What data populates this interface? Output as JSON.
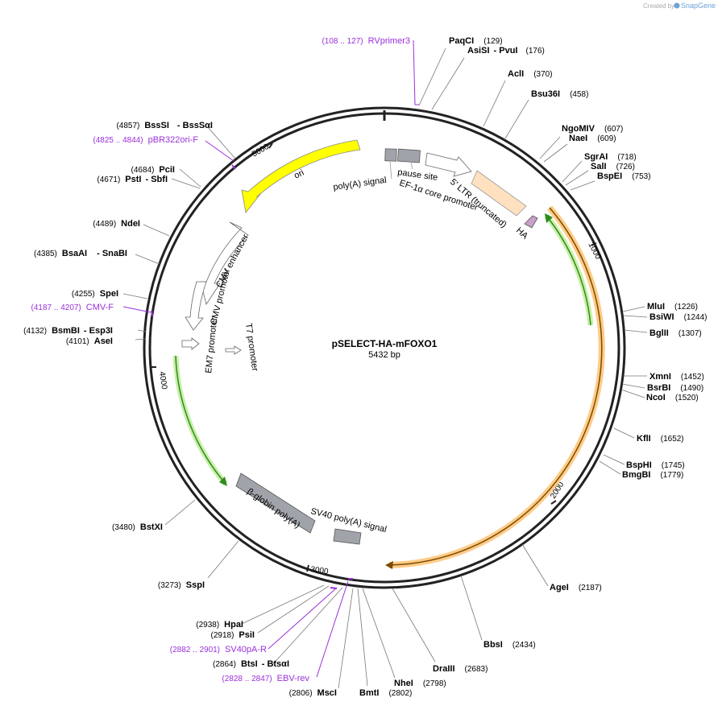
{
  "credit": {
    "prefix": "Created by",
    "brand": "SnapGene"
  },
  "plasmid": {
    "name": "pSELECT-HA-mFOXO1",
    "size": "5432 bp",
    "length": 5432
  },
  "ticks": [
    "1000",
    "2000",
    "3000",
    "4000",
    "5000"
  ],
  "enzymes": [
    {
      "name": "PaqCI",
      "pos": "(129)"
    },
    {
      "name": "AsiSI",
      "name2": "PvuI",
      "pos": "(176)"
    },
    {
      "name": "AclI",
      "pos": "(370)"
    },
    {
      "name": "Bsu36I",
      "pos": "(458)"
    },
    {
      "name": "NgoMIV",
      "pos": "(607)"
    },
    {
      "name": "NaeI",
      "pos": "(609)"
    },
    {
      "name": "SgrAI",
      "pos": "(718)"
    },
    {
      "name": "SalI",
      "pos": "(726)"
    },
    {
      "name": "BspEI",
      "pos": "(753)"
    },
    {
      "name": "MluI",
      "pos": "(1226)"
    },
    {
      "name": "BsiWI",
      "pos": "(1244)"
    },
    {
      "name": "BglII",
      "pos": "(1307)"
    },
    {
      "name": "XmnI",
      "pos": "(1452)"
    },
    {
      "name": "BsrBI",
      "pos": "(1490)"
    },
    {
      "name": "NcoI",
      "pos": "(1520)"
    },
    {
      "name": "KflI",
      "pos": "(1652)"
    },
    {
      "name": "BspHI",
      "pos": "(1745)"
    },
    {
      "name": "BmgBI",
      "pos": "(1779)"
    },
    {
      "name": "AgeI",
      "pos": "(2187)"
    },
    {
      "name": "BbsI",
      "pos": "(2434)"
    },
    {
      "name": "DraIII",
      "pos": "(2683)"
    },
    {
      "name": "NheI",
      "pos": "(2798)"
    },
    {
      "name": "BmtI",
      "pos": "(2802)"
    },
    {
      "name": "MscI",
      "pos": "(2806)"
    },
    {
      "name": "BtsI",
      "name2": "BtsαI",
      "pos": "(2864)"
    },
    {
      "name": "PsiI",
      "pos": "(2918)"
    },
    {
      "name": "HpaI",
      "pos": "(2938)"
    },
    {
      "name": "SspI",
      "pos": "(3273)"
    },
    {
      "name": "BstXI",
      "pos": "(3480)"
    },
    {
      "name": "AseI",
      "pos": "(4101)"
    },
    {
      "name": "BsmBI",
      "name2": "Esp3I",
      "pos": "(4132)"
    },
    {
      "name": "SpeI",
      "pos": "(4255)"
    },
    {
      "name": "BsaAI",
      "name2": "SnaBI",
      "pos": "(4385)"
    },
    {
      "name": "NdeI",
      "pos": "(4489)"
    },
    {
      "name": "PstI",
      "name2": "SbfI",
      "pos": "(4671)"
    },
    {
      "name": "PciI",
      "pos": "(4684)"
    },
    {
      "name": "BssSI",
      "name2": "BssSαI",
      "pos": "(4857)"
    }
  ],
  "primers": [
    {
      "range": "(108 .. 127)",
      "name": "RVprimer3"
    },
    {
      "range": "(4825 .. 4844)",
      "name": "pBR322ori-F"
    },
    {
      "range": "(4187 .. 4207)",
      "name": "CMV-F"
    },
    {
      "range": "(2882 .. 2901)",
      "name": "SV40pA-R"
    },
    {
      "range": "(2828 .. 2847)",
      "name": "EBV-rev"
    }
  ],
  "features": {
    "ori": "ori",
    "polya_signal": "poly(A) signal",
    "pause_site": "pause site",
    "ef1a": "EF-1α core promoter",
    "ltr": "5' LTR (truncated)",
    "ha": "HA",
    "cmv_enhancer": "CMV enhancer",
    "cmv_promoter": "CMV promoter",
    "em7_promoter": "EM7 promoter",
    "t7_promoter": "T7 promoter",
    "beta_globin": "β-globin poly(A)",
    "sv40_polya": "SV40 poly(A) signal"
  },
  "colors": {
    "ori": "#ffff00",
    "ltr": "#ffe0bf",
    "ha": "#c8a0c8",
    "grey_feature": "#a0a4aa",
    "orf_orange": "#ffcc88",
    "orf_green": "#2e8b1e",
    "primer": "#9b30d9",
    "backbone": "#222222"
  }
}
